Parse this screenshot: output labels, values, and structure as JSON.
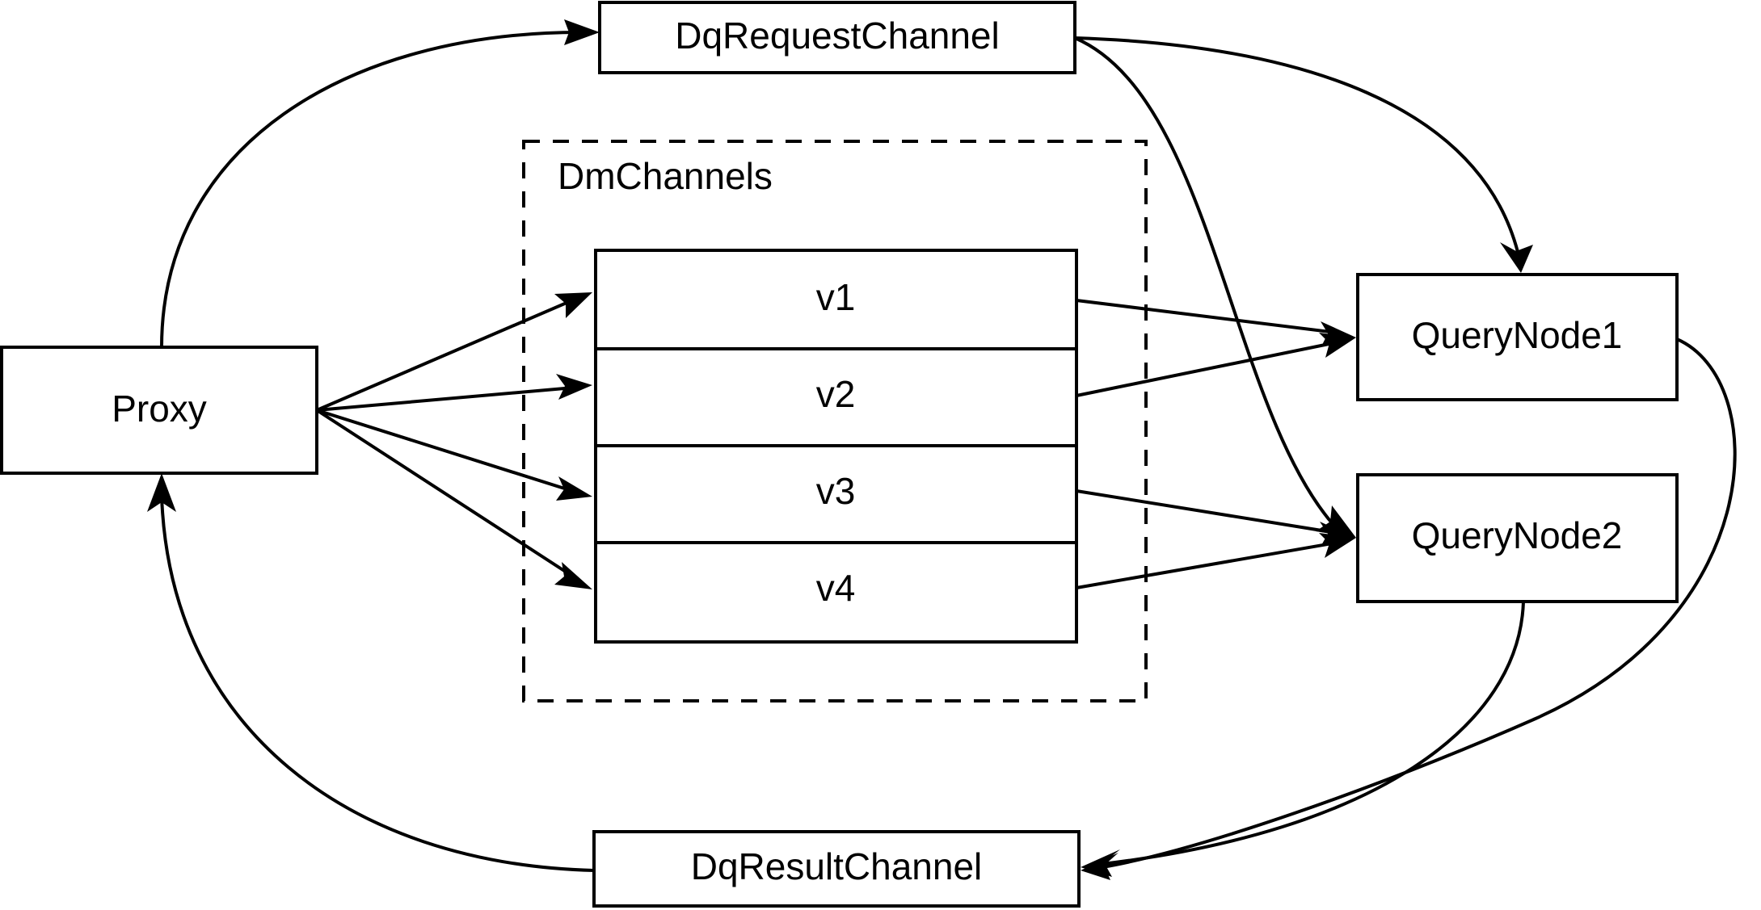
{
  "diagram": {
    "title": "Milvus distributed query channel flow",
    "type": "block-flow-diagram",
    "background_color": "#ffffff",
    "stroke_color": "#000000",
    "nodes": {
      "proxy": {
        "label": "Proxy"
      },
      "dq_request_channel": {
        "label": "DqRequestChannel"
      },
      "dq_result_channel": {
        "label": "DqResultChannel"
      },
      "query_node_1": {
        "label": "QueryNode1"
      },
      "query_node_2": {
        "label": "QueryNode2"
      },
      "dm_channels_group": {
        "label": "DmChannels"
      },
      "channels": [
        {
          "label": "v1"
        },
        {
          "label": "v2"
        },
        {
          "label": "v3"
        },
        {
          "label": "v4"
        }
      ]
    },
    "edges": [
      {
        "from": "Proxy",
        "to": "DqRequestChannel",
        "style": "curved",
        "arrow": true
      },
      {
        "from": "DqRequestChannel",
        "to": "QueryNode1",
        "style": "curved",
        "arrow": true
      },
      {
        "from": "DqRequestChannel",
        "to": "QueryNode2",
        "style": "curved",
        "arrow": true
      },
      {
        "from": "Proxy",
        "to": "v1",
        "style": "straight",
        "arrow": true
      },
      {
        "from": "Proxy",
        "to": "v2",
        "style": "straight",
        "arrow": true
      },
      {
        "from": "Proxy",
        "to": "v3",
        "style": "straight",
        "arrow": true
      },
      {
        "from": "Proxy",
        "to": "v4",
        "style": "straight",
        "arrow": true
      },
      {
        "from": "v1",
        "to": "QueryNode1",
        "style": "straight",
        "arrow": true
      },
      {
        "from": "v2",
        "to": "QueryNode1",
        "style": "straight",
        "arrow": true
      },
      {
        "from": "v3",
        "to": "QueryNode2",
        "style": "straight",
        "arrow": true
      },
      {
        "from": "v4",
        "to": "QueryNode2",
        "style": "straight",
        "arrow": true
      },
      {
        "from": "QueryNode1",
        "to": "DqResultChannel",
        "style": "curved",
        "arrow": true
      },
      {
        "from": "QueryNode2",
        "to": "DqResultChannel",
        "style": "curved",
        "arrow": true
      },
      {
        "from": "DqResultChannel",
        "to": "Proxy",
        "style": "curved",
        "arrow": true
      }
    ]
  }
}
